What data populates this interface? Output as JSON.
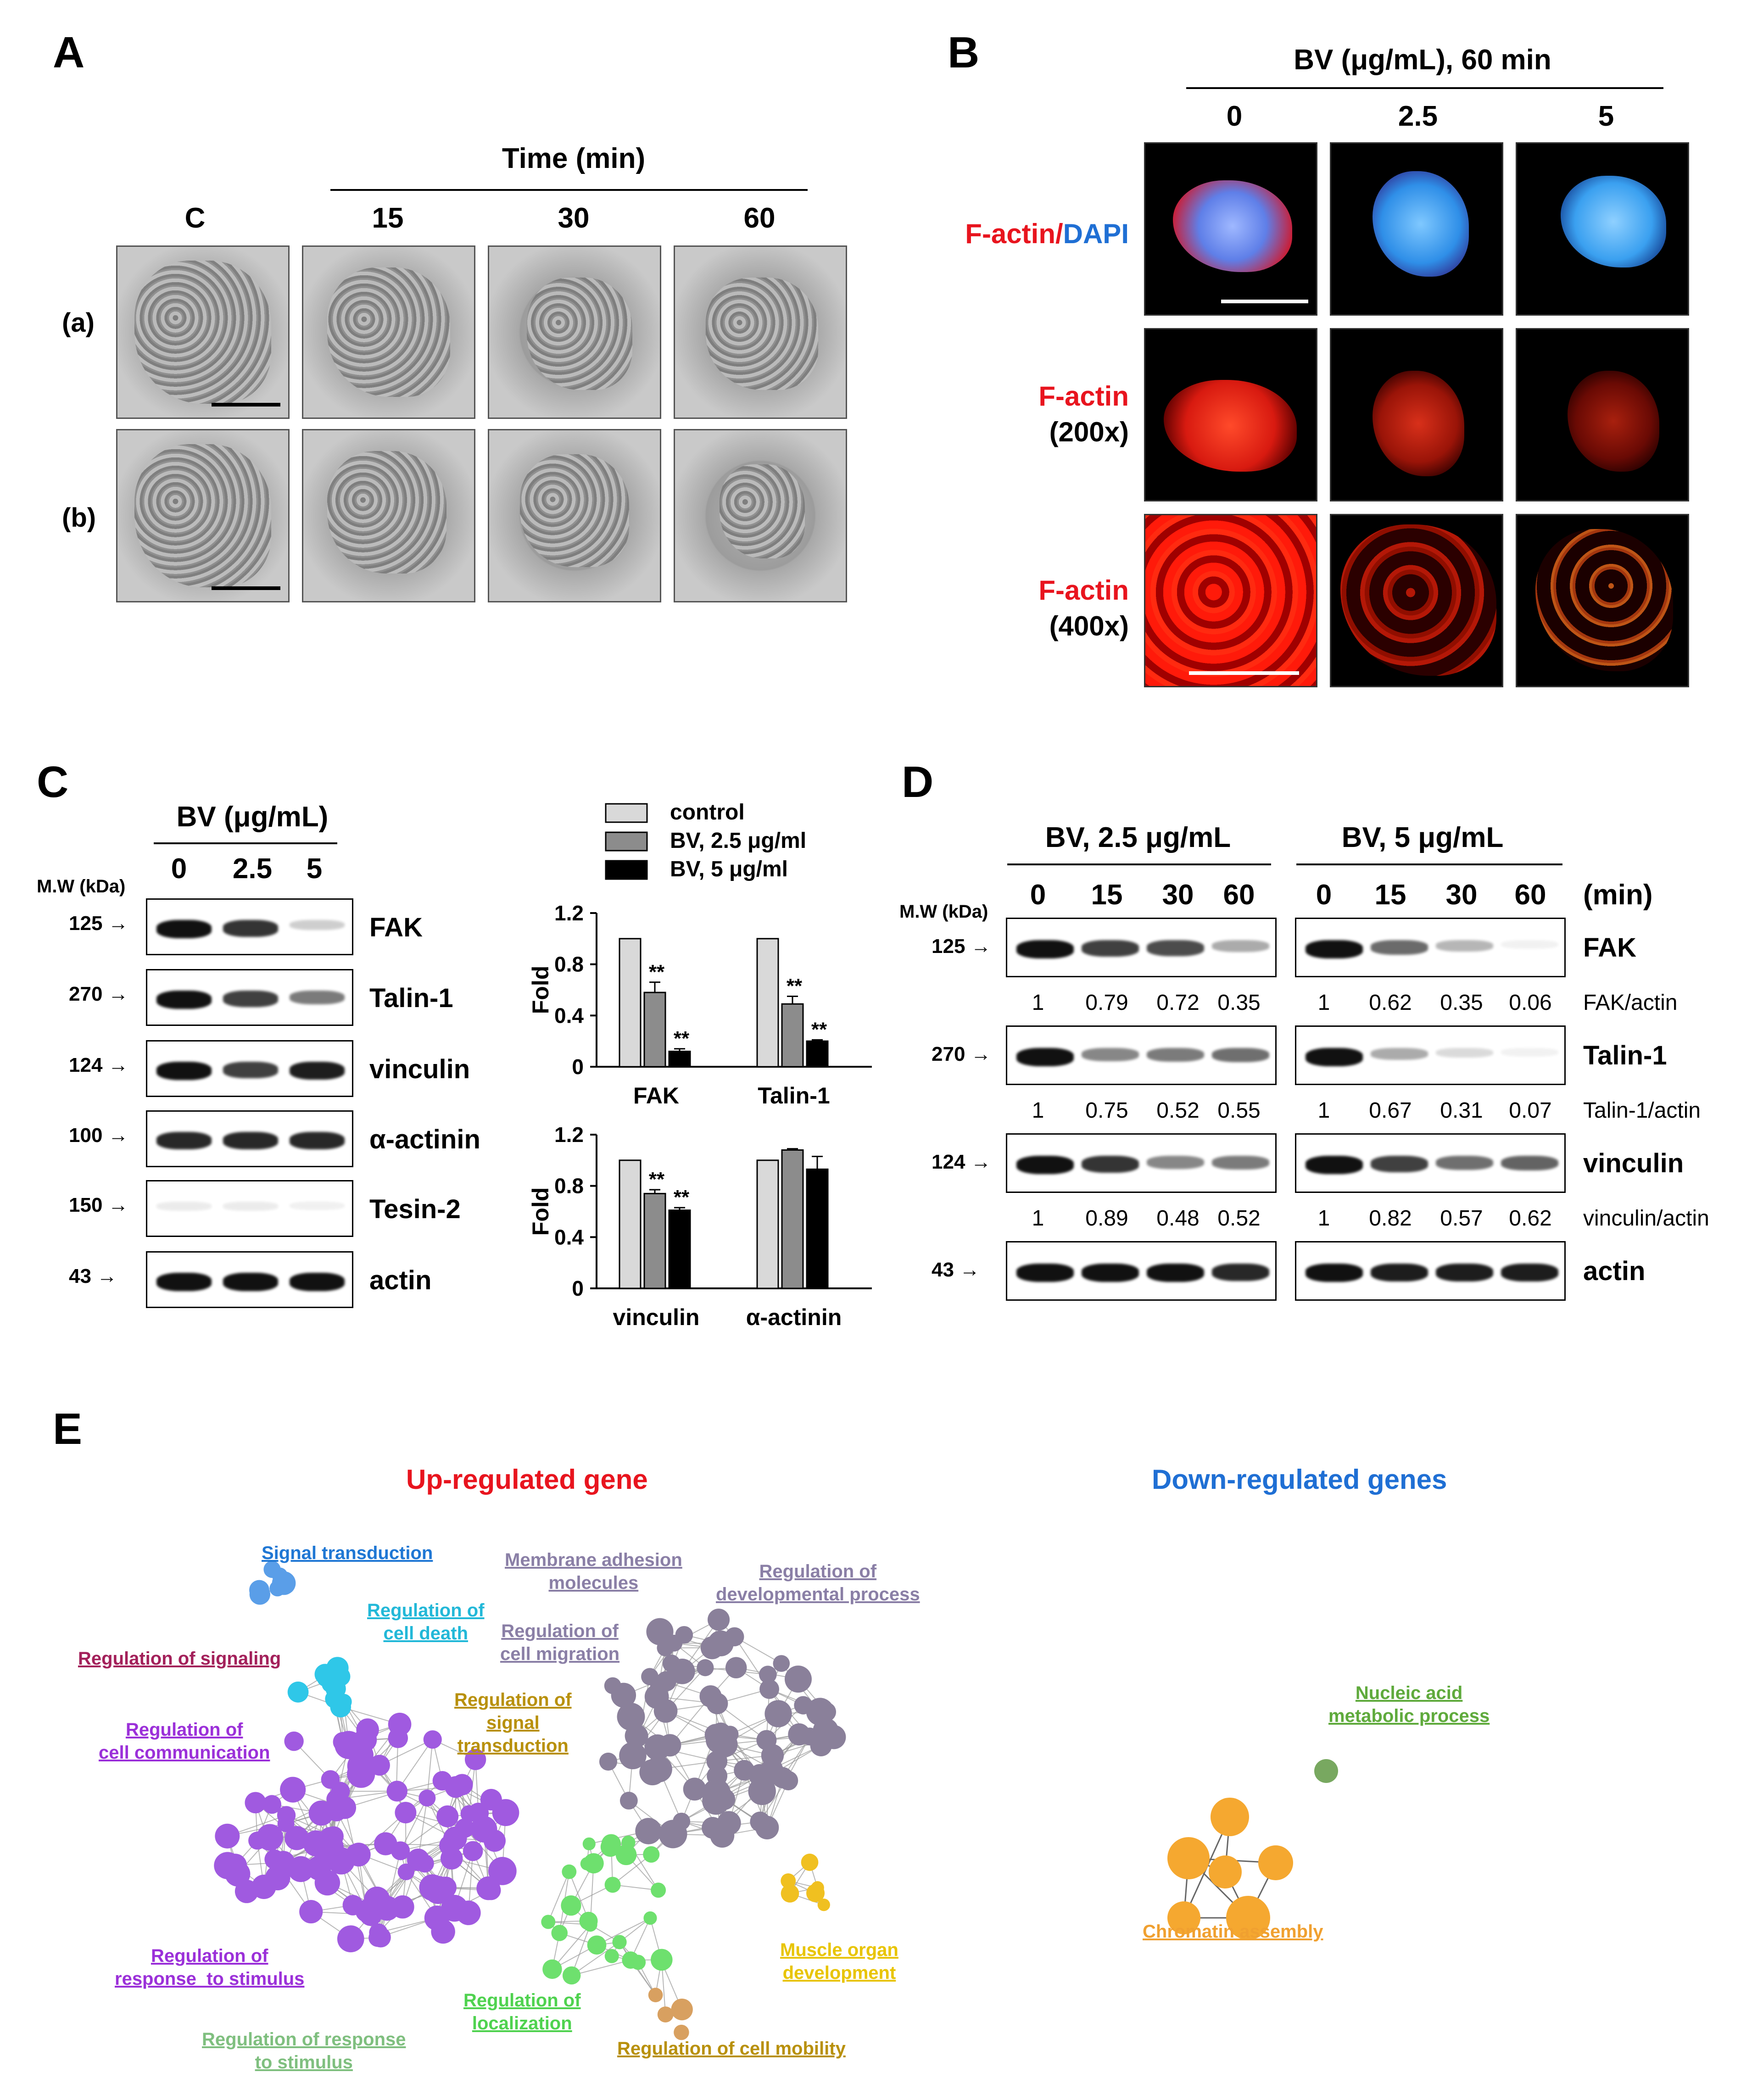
{
  "panels": {
    "A": {
      "letter": "A",
      "time_header": "Time (min)",
      "columns": [
        "C",
        "15",
        "30",
        "60"
      ],
      "rows": [
        "(a)",
        "(b)"
      ]
    },
    "B": {
      "letter": "B",
      "header": "BV (μg/mL), 60 min",
      "columns": [
        "0",
        "2.5",
        "5"
      ],
      "row_labels": [
        {
          "line1_red": "F-actin/",
          "line1_blue": "DAPI",
          "line2": ""
        },
        {
          "line1_red": "F-actin",
          "line2": "(200x)"
        },
        {
          "line1_red": "F-actin",
          "line2": "(400x)"
        }
      ]
    },
    "C": {
      "letter": "C",
      "header": "BV (μg/mL)",
      "columns": [
        "0",
        "2.5",
        "5"
      ],
      "mw_label": "M.W (kDa)",
      "blots": [
        {
          "mw": "125",
          "name": "FAK"
        },
        {
          "mw": "270",
          "name": "Talin-1"
        },
        {
          "mw": "124",
          "name": "vinculin"
        },
        {
          "mw": "100",
          "name": "α-actinin"
        },
        {
          "mw": "150",
          "name": "Tesin-2"
        },
        {
          "mw": "43",
          "name": "actin"
        }
      ],
      "legend": [
        "control",
        "BV, 2.5 μg/ml",
        "BV, 5 μg/ml"
      ]
    },
    "D": {
      "letter": "D",
      "groups": [
        "BV, 2.5 μg/mL",
        "BV, 5 μg/mL"
      ],
      "time_labels": [
        "0",
        "15",
        "30",
        "60",
        "0",
        "15",
        "30",
        "60"
      ],
      "time_unit": "(min)",
      "mw_label": "M.W (kDa)",
      "blots": [
        {
          "mw": "125",
          "name": "FAK",
          "ratio_label": "FAK/actin",
          "ratios": [
            "1",
            "0.79",
            "0.72",
            "0.35",
            "1",
            "0.62",
            "0.35",
            "0.06"
          ]
        },
        {
          "mw": "270",
          "name": "Talin-1",
          "ratio_label": "Talin-1/actin",
          "ratios": [
            "1",
            "0.75",
            "0.52",
            "0.55",
            "1",
            "0.67",
            "0.31",
            "0.07"
          ]
        },
        {
          "mw": "124",
          "name": "vinculin",
          "ratio_label": "vinculin/actin",
          "ratios": [
            "1",
            "0.89",
            "0.48",
            "0.52",
            "1",
            "0.82",
            "0.57",
            "0.62"
          ]
        },
        {
          "mw": "43",
          "name": "actin",
          "ratio_label": "",
          "ratios": []
        }
      ]
    },
    "E": {
      "letter": "E",
      "up_title": "Up-regulated gene",
      "down_title": "Down-regulated genes",
      "up_labels": [
        {
          "text": "Signal transduction",
          "color": "#1f77d4"
        },
        {
          "text": "Membrane adhesion\nmolecules",
          "color": "#8a7fa6"
        },
        {
          "text": "Regulation of\ndevelopmental process",
          "color": "#8a7fa6"
        },
        {
          "text": "Regulation of\ncell death",
          "color": "#22b8d8"
        },
        {
          "text": "Regulation of signaling",
          "color": "#a3205a"
        },
        {
          "text": "Regulation of\ncell migration",
          "color": "#8a7fa6"
        },
        {
          "text": "Regulation of\nsignal\ntransduction",
          "color": "#b8900a"
        },
        {
          "text": "Regulation of\ncell communication",
          "color": "#9b30d9"
        },
        {
          "text": "Regulation of\nresponse  to stimulus",
          "color": "#9b30d9"
        },
        {
          "text": "Muscle organ\ndevelopment",
          "color": "#e8c400"
        },
        {
          "text": "Regulation of\nlocalization",
          "color": "#4fd24f"
        },
        {
          "text": "Regulation of response\nto stimulus",
          "color": "#7fbf7f"
        },
        {
          "text": "Regulation of cell mobility",
          "color": "#b8900a"
        }
      ],
      "down_labels": [
        {
          "text": "Nucleic acid\nmetabolic process",
          "color": "#5faa3c"
        },
        {
          "text": "Chromatin assembly",
          "color": "#f0a030"
        }
      ]
    }
  },
  "chart_data": [
    {
      "type": "bar",
      "categories": [
        "FAK",
        "Talin-1"
      ],
      "series": [
        {
          "name": "control",
          "values": [
            1.0,
            1.0
          ],
          "color": "#d9d9d9"
        },
        {
          "name": "BV, 2.5 μg/ml",
          "values": [
            0.58,
            0.49
          ],
          "color": "#8c8c8c"
        },
        {
          "name": "BV, 5 μg/ml",
          "values": [
            0.12,
            0.2
          ],
          "color": "#000000"
        }
      ],
      "errors": [
        [
          0.0,
          0.0
        ],
        [
          0.08,
          0.06
        ],
        [
          0.02,
          0.01
        ]
      ],
      "significance": [
        [
          "",
          ""
        ],
        [
          "**",
          "**"
        ],
        [
          "**",
          "**"
        ]
      ],
      "ylabel": "Fold",
      "ylim": [
        0,
        1.2
      ],
      "yticks": [
        "0",
        "0.4",
        "0.8",
        "1.2"
      ]
    },
    {
      "type": "bar",
      "categories": [
        "vinculin",
        "α-actinin"
      ],
      "series": [
        {
          "name": "control",
          "values": [
            1.0,
            1.0
          ],
          "color": "#d9d9d9"
        },
        {
          "name": "BV, 2.5 μg/ml",
          "values": [
            0.74,
            1.08
          ],
          "color": "#8c8c8c"
        },
        {
          "name": "BV, 5 μg/ml",
          "values": [
            0.61,
            0.93
          ],
          "color": "#000000"
        }
      ],
      "errors": [
        [
          0.0,
          0.0
        ],
        [
          0.03,
          0.01
        ],
        [
          0.02,
          0.1
        ]
      ],
      "significance": [
        [
          "",
          ""
        ],
        [
          "**",
          ""
        ],
        [
          "**",
          ""
        ]
      ],
      "ylabel": "Fold",
      "ylim": [
        0,
        1.2
      ],
      "yticks": [
        "0",
        "0.4",
        "0.8",
        "1.2"
      ]
    }
  ]
}
